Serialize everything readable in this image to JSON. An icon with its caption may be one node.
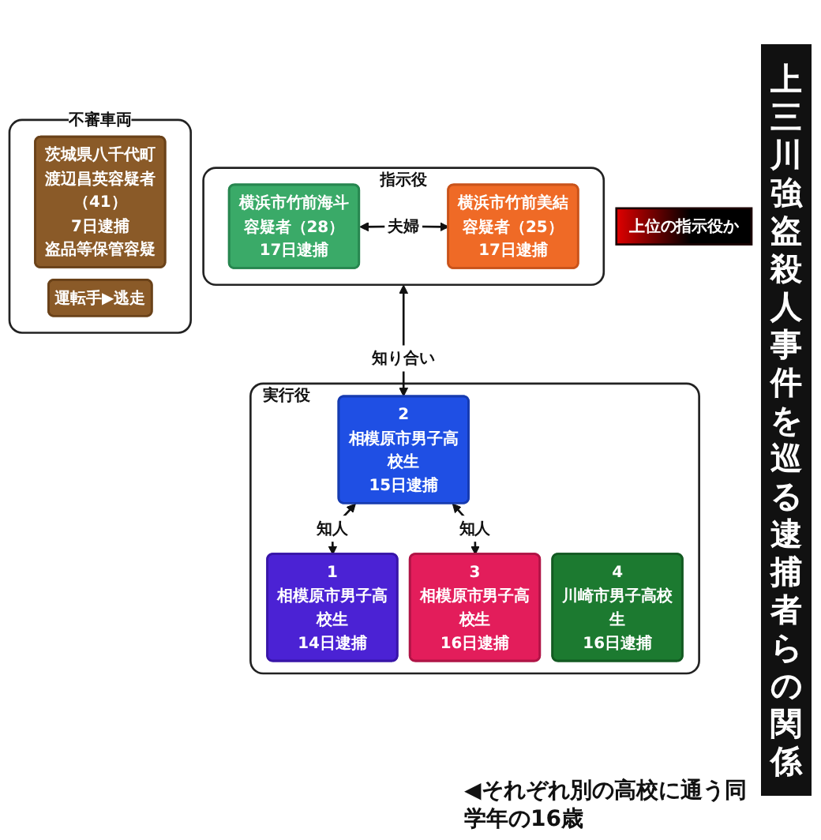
{
  "diagram": {
    "title": "上三川強盗殺人事件を巡る逮捕者らの関係",
    "nodes": [
      {
        "text": [
          "上位の指示役か"
        ]
      },
      {
        "text": [
          "指示役"
        ]
      },
      {
        "text": [
          "横浜市竹前海斗容疑者（28）",
          "17日逮捕"
        ],
        "in": 1
      },
      {
        "text": [
          "横浜市竹前美結容疑者（25）",
          "17日逮捕"
        ],
        "in": 1
      },
      {
        "text": [
          "実行役"
        ]
      },
      {
        "text": [
          "1",
          "相模原市男子高校生",
          "14日逮捕"
        ],
        "in": 4
      },
      {
        "text": [
          "2",
          "相模原市男子高校生",
          "15日逮捕"
        ],
        "in": 4
      },
      {
        "text": [
          "3",
          "相模原市男子高校生",
          "16日逮捕"
        ],
        "in": 4
      },
      {
        "text": [
          "4",
          "川崎市男子高校生",
          "16日逮捕"
        ],
        "in": 4
      },
      {
        "text": [
          "不審車両"
        ]
      },
      {
        "text": [
          "茨城県八千代町渡辺昌英容疑者（41）",
          "7日逮捕",
          "盗品等保管容疑"
        ],
        "in": 9
      },
      {
        "text": [
          "運転手▶逃走"
        ],
        "in": 9
      }
    ],
    "edges": [
      {
        "from": 2,
        "to": 3,
        "arrow": "both",
        "label": "夫婦"
      },
      {
        "from": 1,
        "to": 6,
        "arrow": "both",
        "label": "知り合い"
      },
      {
        "from": 6,
        "to": 5,
        "arrow": "both",
        "label": "知人"
      },
      {
        "from": 6,
        "to": 7,
        "arrow": "both",
        "label": "知人"
      }
    ],
    "labels": [
      "◀それぞれ別の高校に通う同学年の16歳"
    ]
  }
}
